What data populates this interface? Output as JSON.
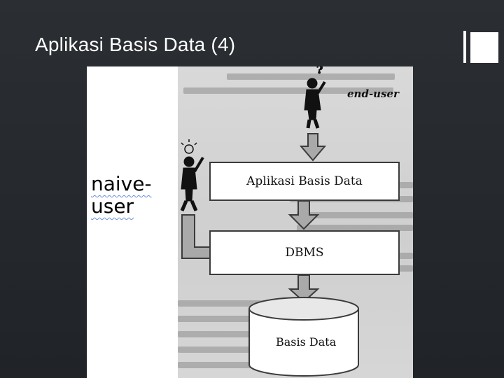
{
  "slide": {
    "title": "Aplikasi Basis Data (4)"
  },
  "figure": {
    "naive_user_label": {
      "line1": "naive-",
      "line2": "user"
    },
    "end_user_label": "end-user",
    "box_app": "Aplikasi Basis Data",
    "box_dbms": "DBMS",
    "box_db": "Basis Data"
  },
  "colors": {
    "background": "#25292d",
    "title_text": "#ffffff",
    "accent_bar": "#ffffff",
    "arrow_fill": "#a9a9a9"
  },
  "icons": [
    "end-user-figure",
    "naive-user-figure",
    "question-mark",
    "lightbulb"
  ]
}
